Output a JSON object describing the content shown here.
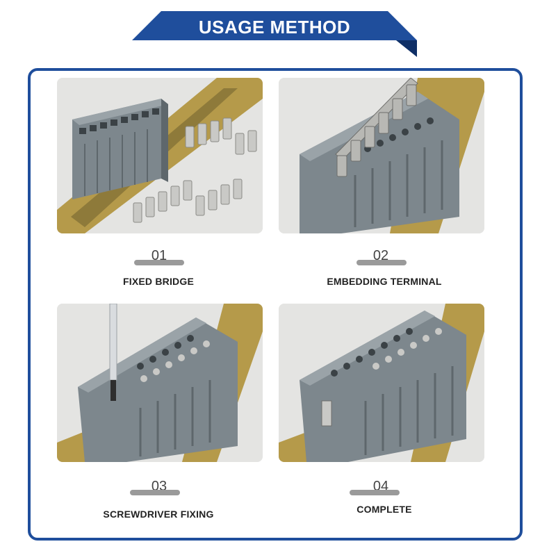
{
  "header": {
    "title": "USAGE METHOD",
    "color": "#1f4e9c"
  },
  "steps": [
    {
      "number": "01",
      "label": "FIXED BRIDGE",
      "image": "terminal-block-with-loose-bridges"
    },
    {
      "number": "02",
      "label": "EMBEDDING TERMINAL",
      "image": "bridge-inserted-into-terminal-block"
    },
    {
      "number": "03",
      "label": "SCREWDRIVER FIXING",
      "image": "screwdriver-tightening-bridge"
    },
    {
      "number": "04",
      "label": "COMPLETE",
      "image": "assembled-terminal-block"
    }
  ],
  "colors": {
    "frame": "#1f4e9c",
    "terminal_gray": "#808a90",
    "rail_brass": "#b59a4a"
  }
}
